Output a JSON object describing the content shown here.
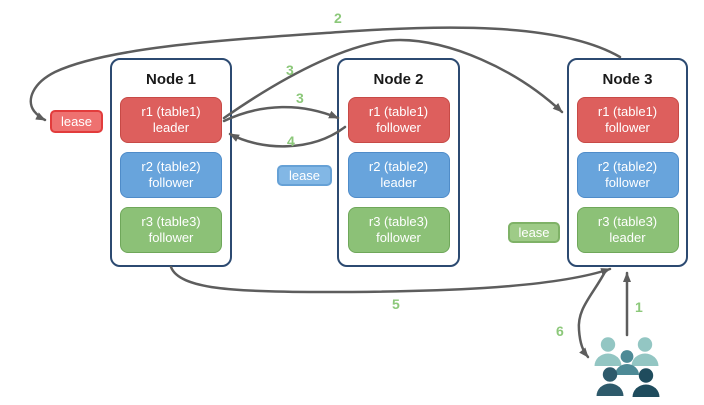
{
  "nodes": [
    {
      "title": "Node 1",
      "replicas": [
        {
          "name": "r1 (table1)",
          "role": "leader",
          "color_key": "red"
        },
        {
          "name": "r2 (table2)",
          "role": "follower",
          "color_key": "blue"
        },
        {
          "name": "r3 (table3)",
          "role": "follower",
          "color_key": "green"
        }
      ]
    },
    {
      "title": "Node 2",
      "replicas": [
        {
          "name": "r1 (table1)",
          "role": "follower",
          "color_key": "red"
        },
        {
          "name": "r2 (table2)",
          "role": "leader",
          "color_key": "blue"
        },
        {
          "name": "r3 (table3)",
          "role": "follower",
          "color_key": "green"
        }
      ]
    },
    {
      "title": "Node 3",
      "replicas": [
        {
          "name": "r1 (table1)",
          "role": "follower",
          "color_key": "red"
        },
        {
          "name": "r2 (table2)",
          "role": "follower",
          "color_key": "blue"
        },
        {
          "name": "r3 (table3)",
          "role": "leader",
          "color_key": "green"
        }
      ]
    }
  ],
  "leases": [
    {
      "label": "lease",
      "color_key": "red"
    },
    {
      "label": "lease",
      "color_key": "blue"
    },
    {
      "label": "lease",
      "color_key": "green"
    }
  ],
  "step_labels": {
    "s1": "1",
    "s2": "2",
    "s3a": "3",
    "s3b": "3",
    "s4": "4",
    "s5": "5",
    "s6": "6"
  },
  "icons": {
    "users_group": "users-group-icon"
  },
  "colors": {
    "replica_red": "#dd5f5d",
    "replica_blue": "#68a4dc",
    "replica_green": "#8cc177",
    "lease_red": "#ee7170",
    "lease_blue": "#82b7e5",
    "lease_green": "#9ecb87",
    "node_border": "#2c4a71",
    "arrow_gray": "#5d5d5d",
    "step_label_green": "#8cc87a",
    "user_light_teal": "#93c6c3",
    "user_mid_teal": "#4d8a96",
    "user_dark_slate": "#2e5a6b",
    "user_darkest_slate": "#1f4c5d"
  }
}
